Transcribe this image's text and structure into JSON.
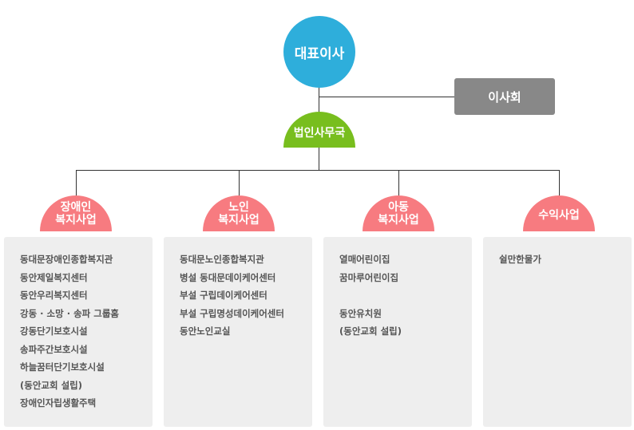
{
  "top": "대표이사",
  "board": "이사회",
  "office": "법인사무국",
  "divisions": [
    {
      "title": [
        "장애인",
        "복지사업"
      ],
      "items": [
        "동대문장애인종합복지관",
        "동안제일복지센터",
        "동안우리복지센터",
        "강동 · 소망 · 송파 그룹홈",
        "강동단기보호시설",
        "송파주간보호시설",
        "하늘꿈터단기보호시설",
        "(동안교회 설립)",
        "장애인자립생활주택"
      ]
    },
    {
      "title": [
        "노인",
        "복지사업"
      ],
      "items": [
        "동대문노인종합복지관",
        "병설 동대문데이케어센터",
        "부설 구립데이케어센터",
        "부설 구립명성데이케어센터",
        "동안노인교실"
      ]
    },
    {
      "title": [
        "아동",
        "복지사업"
      ],
      "items": [
        "열매어린이집",
        "꿈마루어린이집",
        "",
        "동안유치원",
        "(동안교회 설립)"
      ]
    },
    {
      "title": [
        "수익사업"
      ],
      "items": [
        "쉴만한물가"
      ]
    }
  ]
}
